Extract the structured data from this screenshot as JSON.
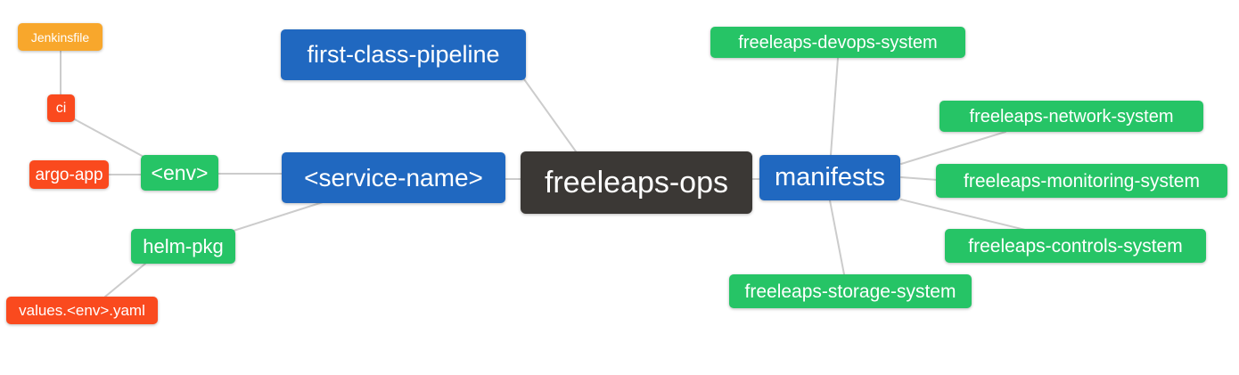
{
  "diagram": {
    "type": "mindmap",
    "root": "freeleaps-ops",
    "background": "#ffffff",
    "palette": {
      "blue": "#2068c0",
      "green": "#26c466",
      "red_orange": "#fa4a1e",
      "orange": "#f8a72c",
      "dark": "#3b3835",
      "edge_line": "#cccccc",
      "node_text": "#ffffff"
    },
    "nodes": {
      "jenkinsfile": {
        "label": "Jenkinsfile",
        "color": "#f8a72c"
      },
      "ci": {
        "label": "ci",
        "color": "#fa4a1e"
      },
      "argo_app": {
        "label": "argo-app",
        "color": "#fa4a1e"
      },
      "env": {
        "label": "<env>",
        "color": "#26c466"
      },
      "helm_pkg": {
        "label": "helm-pkg",
        "color": "#26c466"
      },
      "values_env_yaml": {
        "label": "values.<env>.yaml",
        "color": "#fa4a1e"
      },
      "first_class_pipeline": {
        "label": "first-class-pipeline",
        "color": "#2068c0"
      },
      "service_name": {
        "label": "<service-name>",
        "color": "#2068c0"
      },
      "freeleaps_ops": {
        "label": "freeleaps-ops",
        "color": "#3b3835"
      },
      "manifests": {
        "label": "manifests",
        "color": "#2068c0"
      },
      "devops_system": {
        "label": "freeleaps-devops-system",
        "color": "#26c466"
      },
      "network_system": {
        "label": "freeleaps-network-system",
        "color": "#26c466"
      },
      "monitoring_system": {
        "label": "freeleaps-monitoring-system",
        "color": "#26c466"
      },
      "controls_system": {
        "label": "freeleaps-controls-system",
        "color": "#26c466"
      },
      "storage_system": {
        "label": "freeleaps-storage-system",
        "color": "#26c466"
      }
    },
    "edges": [
      {
        "from": "jenkinsfile",
        "to": "ci"
      },
      {
        "from": "ci",
        "to": "env"
      },
      {
        "from": "argo_app",
        "to": "env"
      },
      {
        "from": "env",
        "to": "service_name"
      },
      {
        "from": "helm_pkg",
        "to": "service_name"
      },
      {
        "from": "values_env_yaml",
        "to": "helm_pkg"
      },
      {
        "from": "first_class_pipeline",
        "to": "freeleaps_ops"
      },
      {
        "from": "service_name",
        "to": "freeleaps_ops"
      },
      {
        "from": "freeleaps_ops",
        "to": "manifests"
      },
      {
        "from": "manifests",
        "to": "devops_system"
      },
      {
        "from": "manifests",
        "to": "network_system"
      },
      {
        "from": "manifests",
        "to": "monitoring_system"
      },
      {
        "from": "manifests",
        "to": "controls_system"
      },
      {
        "from": "manifests",
        "to": "storage_system"
      }
    ]
  }
}
